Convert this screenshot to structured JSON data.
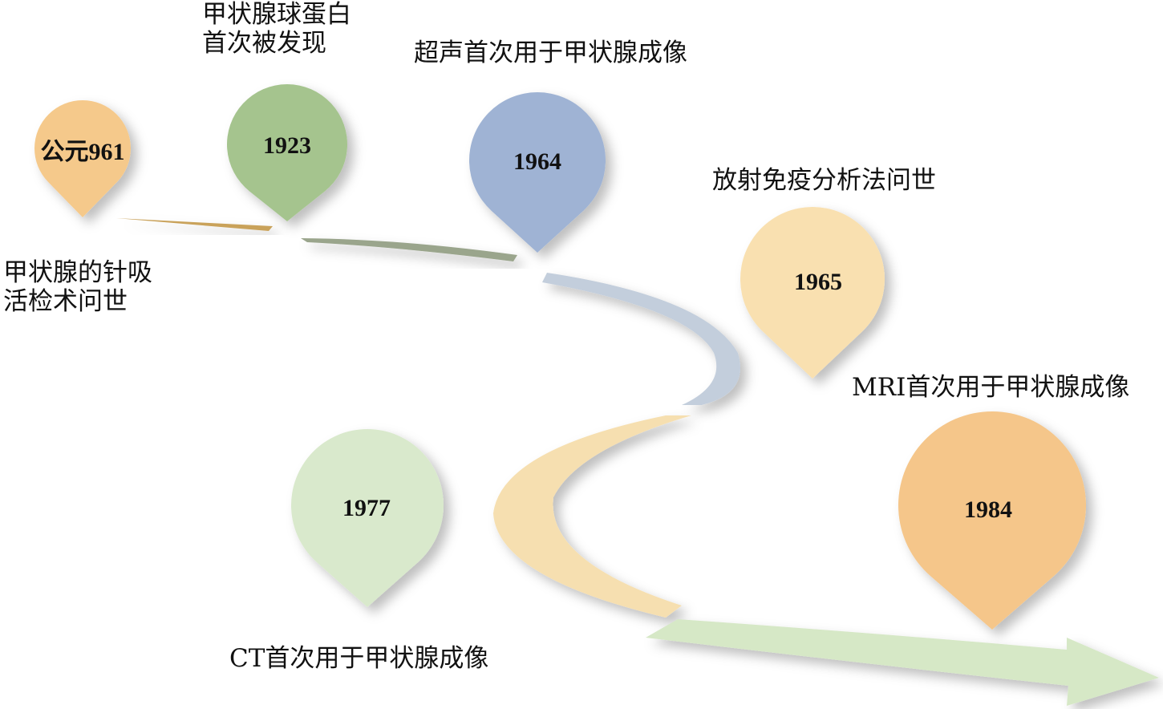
{
  "events": [
    {
      "year": "公元961",
      "label": "甲状腺的针吸\n活检术问世",
      "color": "#f5c98b"
    },
    {
      "year": "1923",
      "label": "甲状腺球蛋白\n首次被发现",
      "color": "#a5c48e"
    },
    {
      "year": "1964",
      "label": "超声首次用于甲状腺成像",
      "color": "#9fb3d4"
    },
    {
      "year": "1965",
      "label": "放射免疫分析法问世",
      "color": "#f9e0b0"
    },
    {
      "year": "1977",
      "label": "CT首次用于甲状腺成像",
      "color": "#d9e9cc"
    },
    {
      "year": "1984",
      "label": "MRI首次用于甲状腺成像",
      "color": "#f5c68a"
    }
  ],
  "road_colors": [
    "#c9a25a",
    "#9aa58c",
    "#c3cedc",
    "#f6dfb0",
    "#d6e8c6"
  ]
}
